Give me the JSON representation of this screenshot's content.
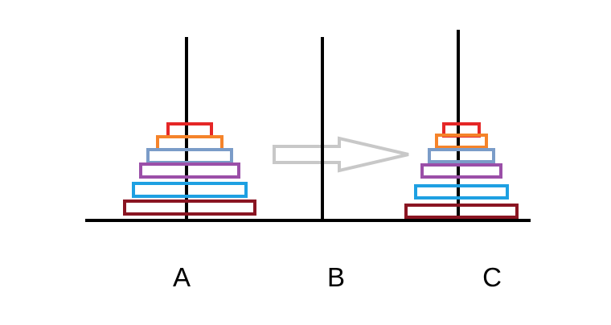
{
  "pegs": [
    {
      "label": "A",
      "disks": 6
    },
    {
      "label": "B",
      "disks": 0
    },
    {
      "label": "C",
      "disks": 6
    }
  ],
  "disk_colors": [
    "#e52727",
    "#f5832a",
    "#7b9cc8",
    "#9b4fa8",
    "#1ea0e2",
    "#8a1522"
  ],
  "arrow": {
    "from": "A",
    "to": "C",
    "color": "#c8c8c8"
  },
  "line_color": "#000000"
}
